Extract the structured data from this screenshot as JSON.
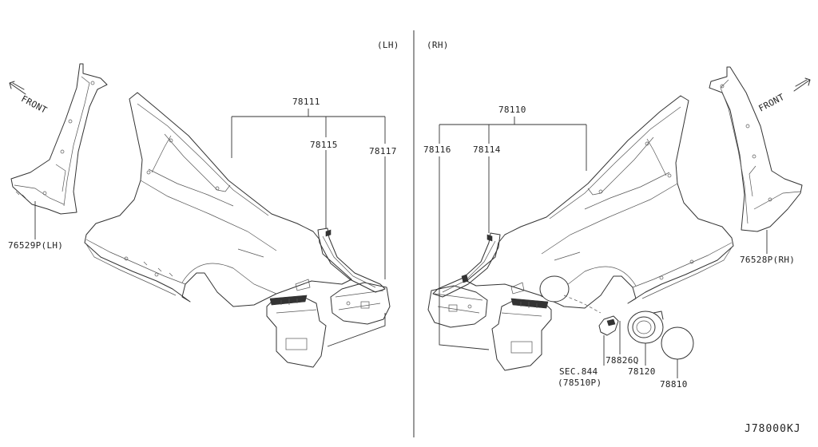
{
  "side_labels": {
    "left": "(LH)",
    "right": "(RH)"
  },
  "front_labels": {
    "left": "FRONT",
    "right": "FRONT"
  },
  "parts": {
    "p78111": "78111",
    "p78115": "78115",
    "p78117": "78117",
    "p76529P": "76529P(LH)",
    "p78110": "78110",
    "p78116": "78116",
    "p78114": "78114",
    "p76528P": "76528P(RH)",
    "p78826Q": "78826Q",
    "pSEC": "SEC.844",
    "p78510P": "(78510P)",
    "p78120": "78120",
    "p78810": "78810"
  },
  "diagram_code": "J78000KJ"
}
